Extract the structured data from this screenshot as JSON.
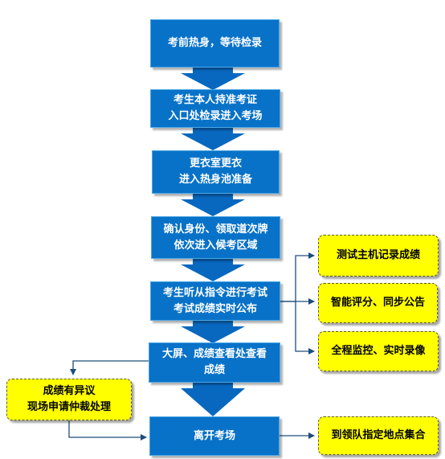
{
  "colors": {
    "step_fill": "#0872c8",
    "step_text": "#ffffff",
    "arrow_fill": "#0868c0",
    "note_fill": "#ffff00",
    "note_text": "#000000",
    "connector": "#1e4d7a"
  },
  "steps": [
    {
      "lines": [
        "考前热身，等待检录"
      ]
    },
    {
      "lines": [
        "考生本人持准考证",
        "入口处检录进入考场"
      ]
    },
    {
      "lines": [
        "更衣室更衣",
        "进入热身池准备"
      ]
    },
    {
      "lines": [
        "确认身份、领取道次牌",
        "依次进入候考区域"
      ]
    },
    {
      "lines": [
        "考生听从指令进行考试",
        "考试成绩实时公布"
      ]
    },
    {
      "lines": [
        "大屏、成绩查看处查看",
        "成绩"
      ]
    },
    {
      "lines": [
        "离开考场"
      ]
    }
  ],
  "side_notes": [
    {
      "lines": [
        "测试主机记录成绩"
      ]
    },
    {
      "lines": [
        "智能评分、同步公告"
      ]
    },
    {
      "lines": [
        "全程监控、实时录像"
      ]
    },
    {
      "lines": [
        "成绩有异议",
        "现场申请仲裁处理"
      ]
    },
    {
      "lines": [
        "到领队指定地点集合"
      ]
    }
  ]
}
